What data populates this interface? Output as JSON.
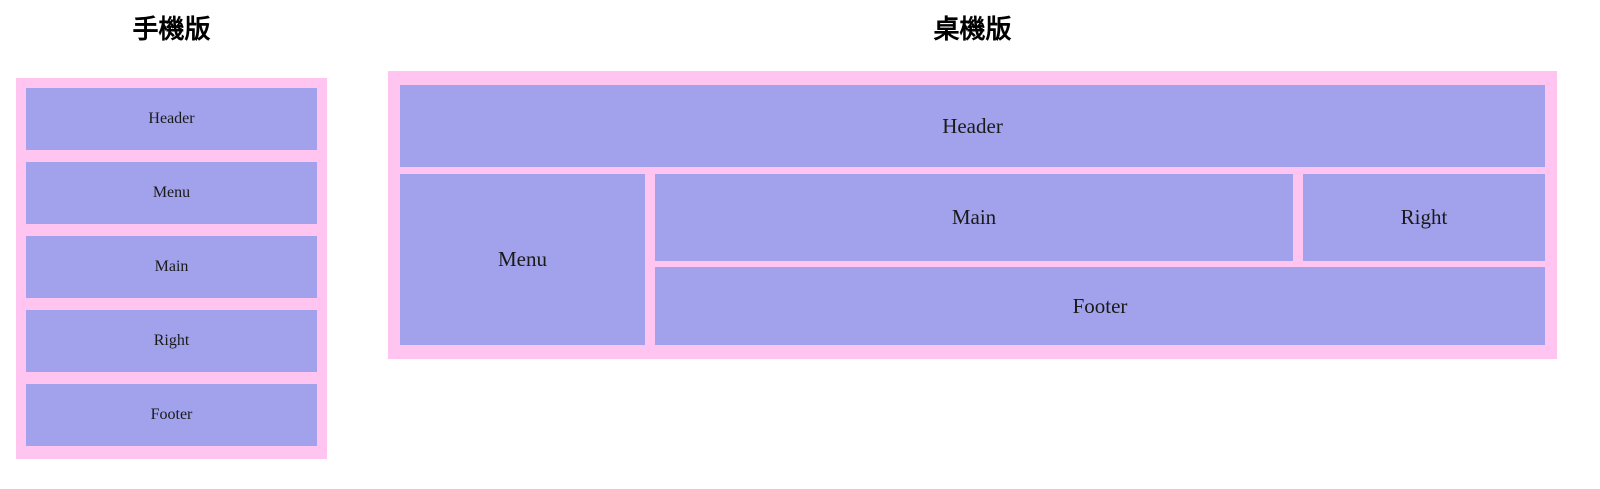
{
  "page": {
    "background_color": "#ffffff",
    "frame_color": "#ffc4ef",
    "box_color": "#a2a2ec",
    "label_color": "#1a1a1a"
  },
  "mobile": {
    "title": "手機版",
    "blocks": [
      {
        "label": "Header"
      },
      {
        "label": "Menu"
      },
      {
        "label": "Main"
      },
      {
        "label": "Right"
      },
      {
        "label": "Footer"
      }
    ]
  },
  "desktop": {
    "title": "桌機版",
    "blocks": {
      "header": {
        "label": "Header"
      },
      "menu": {
        "label": "Menu"
      },
      "main": {
        "label": "Main"
      },
      "right": {
        "label": "Right"
      },
      "footer": {
        "label": "Footer"
      }
    }
  }
}
